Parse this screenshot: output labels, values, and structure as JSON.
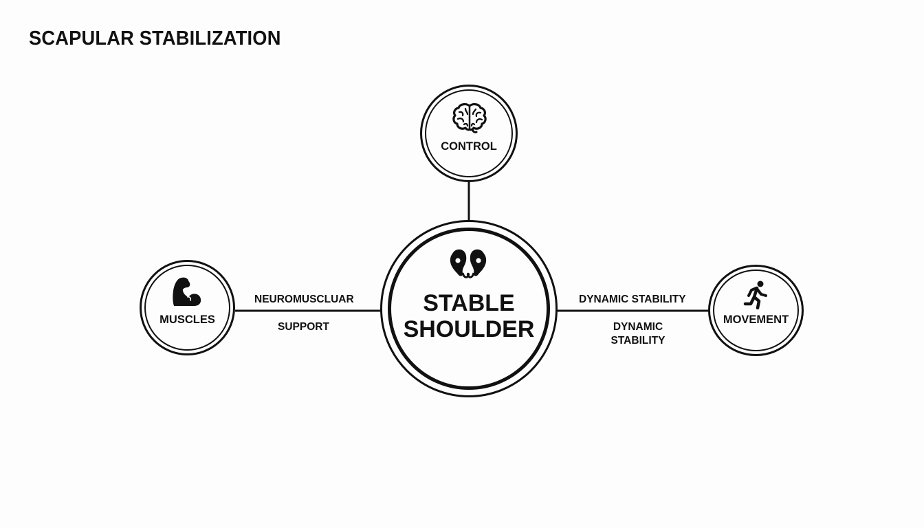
{
  "title": "SCAPULAR STABILIZATION",
  "nodes": {
    "center": {
      "line1": "STABLE",
      "line2": "SHOULDER",
      "icon": "scapula-icon"
    },
    "control": {
      "label": "CONTROL",
      "icon": "brain-icon"
    },
    "muscles": {
      "label": "MUSCLES",
      "icon": "flexed-bicep-icon"
    },
    "movement": {
      "label": "MOVEMENT",
      "icon": "running-person-icon"
    }
  },
  "edges": {
    "muscles_center": {
      "label_top": "NEUROMUSCLUAR",
      "label_bottom": "SUPPORT"
    },
    "center_movement": {
      "label_top": "DYNAMIC STABILITY",
      "label_bottom": "DYNAMIC STABILITY"
    }
  },
  "colors": {
    "ink": "#111111",
    "background": "#fdfdfd"
  }
}
